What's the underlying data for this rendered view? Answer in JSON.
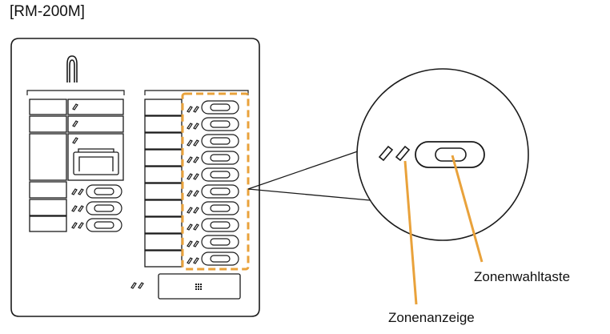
{
  "title": "[RM-200M]",
  "labels": {
    "zone_select_key": "Zonenwahltaste",
    "zone_indicator": "Zonenanzeige"
  },
  "colors": {
    "outline": "#1a1a1a",
    "accent": "#e9a23b"
  },
  "icons": {
    "hook": "microphone-hook-icon",
    "keypad": "keypad-icon"
  }
}
